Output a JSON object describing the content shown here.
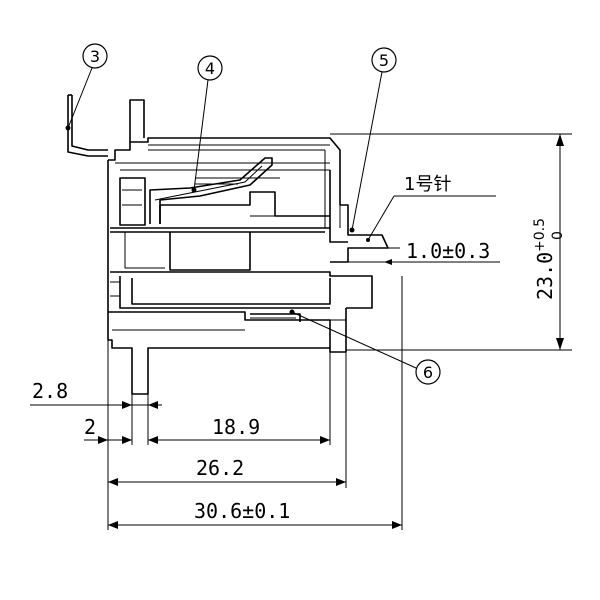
{
  "callouts": [
    {
      "id": "3",
      "label": "3"
    },
    {
      "id": "4",
      "label": "4"
    },
    {
      "id": "5",
      "label": "5"
    },
    {
      "id": "6",
      "label": "6"
    }
  ],
  "pin_label": "1号针",
  "dimensions": {
    "pin_offset": "1.0±0.3",
    "height_base": "23.0",
    "height_tol_upper": "+0.5",
    "height_tol_lower": "0",
    "d_2_8": "2.8",
    "d_2": "2",
    "d_18_9": "18.9",
    "d_26_2": "26.2",
    "d_30_6": "30.6±0.1"
  }
}
